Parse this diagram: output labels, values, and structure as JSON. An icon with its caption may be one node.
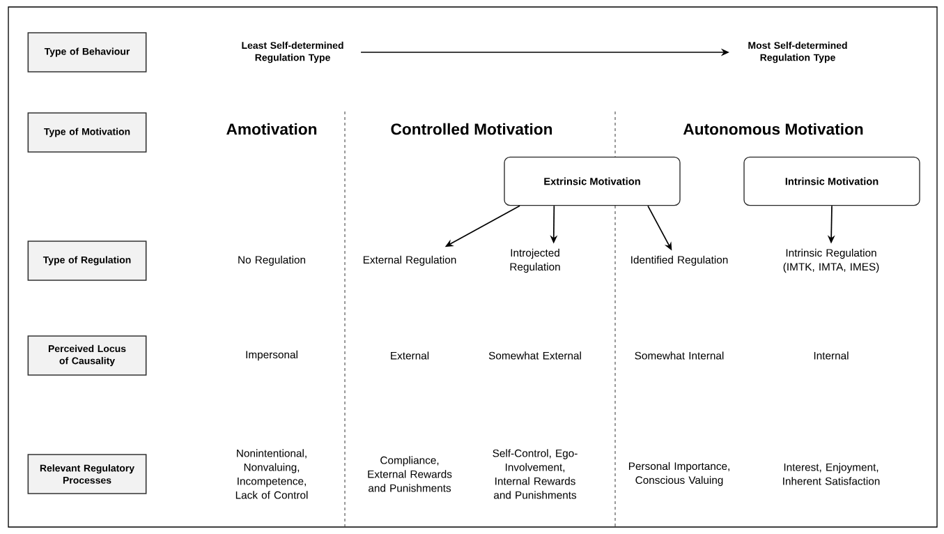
{
  "diagram": {
    "nodes": [
      {
        "text": [
          "Type of Behaviour"
        ]
      },
      {
        "text": [
          "Least Self-determined Regulation Type"
        ]
      },
      {
        "text": [
          "Most Self-determined Regulation Type"
        ]
      },
      {
        "text": [
          "Type of Motivation"
        ]
      },
      {
        "text": [
          "Extrinsic Motivation"
        ]
      },
      {
        "text": [
          "Intrinsic Motivation"
        ]
      },
      {
        "text": [
          "Type of Regulation"
        ]
      },
      {
        "text": [
          "External Regulation"
        ]
      },
      {
        "text": [
          "Introjected Regulation"
        ]
      },
      {
        "text": [
          "Identified Regulation"
        ]
      },
      {
        "text": [
          "Intrinsic Regulation (IMTK, IMTA, IMES)"
        ]
      },
      {
        "text": [
          "Perceived Locus of Causality"
        ]
      },
      {
        "text": [
          "Relevant Regulatory Processes"
        ]
      }
    ],
    "edges": [
      {
        "from": 1,
        "to": 2,
        "arrow": "to"
      },
      {
        "from": 4,
        "to": 7,
        "arrow": "to"
      },
      {
        "from": 4,
        "to": 8,
        "arrow": "to"
      },
      {
        "from": 4,
        "to": 9,
        "arrow": "to"
      },
      {
        "from": 5,
        "to": 10,
        "arrow": "to"
      }
    ],
    "labels": [
      "Amotivation",
      "Controlled Motivation",
      "Autonomous Motivation",
      "No Regulation",
      "Impersonal",
      "External",
      "Somewhat External",
      "Somewhat Internal",
      "Internal",
      "Nonintentional, Nonvaluing, Incompetence, Lack of Control",
      "Compliance, External Rewards and Punishments",
      "Self-Control, Ego- Involvement, Internal Rewards and Punishments",
      "Personal Importance, Conscious Valuing",
      "Interest, Enjoyment, Inherent Satisfaction"
    ]
  }
}
